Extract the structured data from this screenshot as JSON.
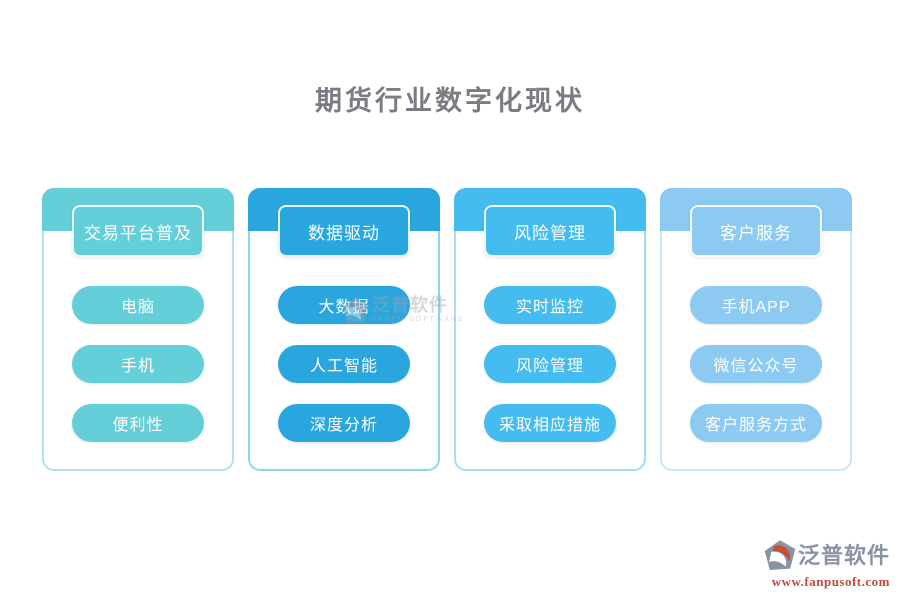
{
  "title": "期货行业数字化现状",
  "columns": [
    {
      "header": "交易平台普及",
      "color": "#65cfd9",
      "light": "#abe3e9",
      "items": [
        "电脑",
        "手机",
        "便利性"
      ]
    },
    {
      "header": "数据驱动",
      "color": "#2aa6de",
      "light": "#8fd3f0",
      "items": [
        "大数据",
        "人工智能",
        "深度分析"
      ]
    },
    {
      "header": "风险管理",
      "color": "#45bcf0",
      "light": "#a6ddf8",
      "items": [
        "实时监控",
        "风险管理",
        "采取相应措施"
      ]
    },
    {
      "header": "客户服务",
      "color": "#8ccaf2",
      "light": "#c9e7fb",
      "items": [
        "手机APP",
        "微信公众号",
        "客户服务方式"
      ]
    }
  ],
  "watermark": {
    "brand": "泛普软件",
    "sub": "FANPU SOFTWARE"
  },
  "footer": {
    "brand": "泛普软件",
    "url": "www.fanpusoft.com",
    "brand_color": "#8a93a6",
    "url_color": "#bf4b3d"
  }
}
